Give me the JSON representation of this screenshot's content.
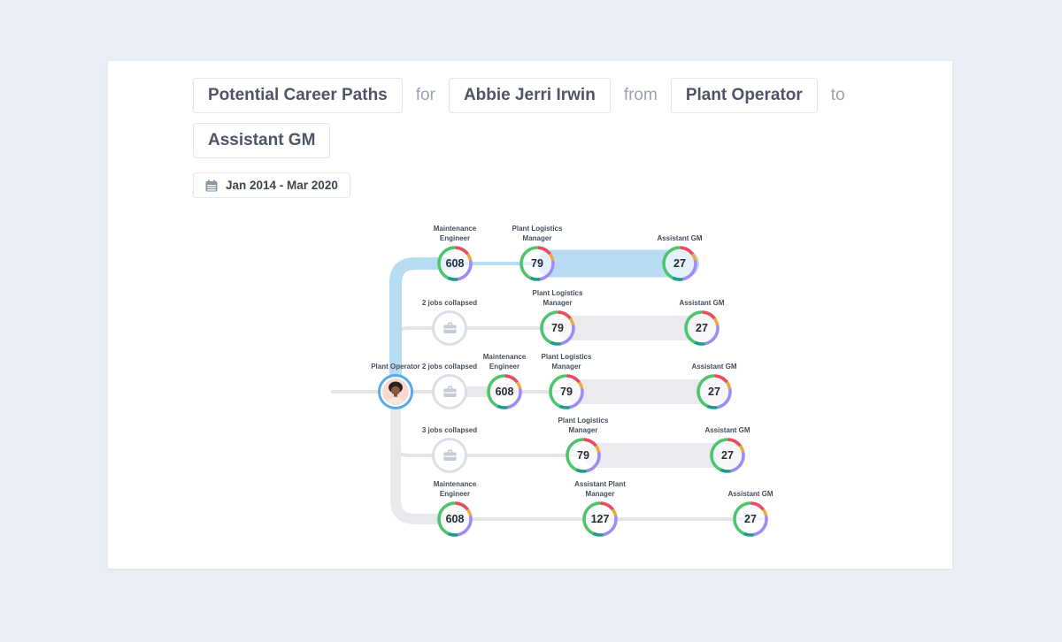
{
  "header": {
    "title": "Potential Career Paths",
    "for_connector": "for",
    "person": "Abbie Jerri Irwin",
    "from_connector": "from",
    "source_role": "Plant Operator",
    "to_connector": "to",
    "target_role": "Assistant GM",
    "date_range": "Jan 2014 - Mar 2020"
  },
  "colors": {
    "page_background": "#e9edf4",
    "highlight_path": "#b7dbf3",
    "inactive_band": "#e9ebee",
    "thin_line": "#e3e5e9",
    "avatar_ring": "#55aae8",
    "collapsed_icon": "#c6ccd4",
    "chip_border": "#e2e6ec",
    "chip_text": "#4d5566"
  },
  "ring": {
    "segments": [
      {
        "color": "#e84c61",
        "start": 4,
        "end": 52
      },
      {
        "color": "#f2a53c",
        "start": 58,
        "end": 78
      },
      {
        "color": "#9d8cf4",
        "start": 84,
        "end": 168
      },
      {
        "color": "#1d9b8b",
        "start": 174,
        "end": 204
      },
      {
        "color": "#4ec56c",
        "start": 210,
        "end": 356
      }
    ]
  },
  "diagram": {
    "nodes": [
      {
        "row": 1,
        "type": "stat",
        "label": "Maintenance Engineer",
        "value": "608"
      },
      {
        "row": 1,
        "type": "stat",
        "label": "Plant Logistics Manager",
        "value": "79"
      },
      {
        "row": 1,
        "type": "stat",
        "label": "Assistant GM",
        "value": "27"
      },
      {
        "row": 2,
        "type": "collapsed",
        "label": "2 jobs collapsed"
      },
      {
        "row": 2,
        "type": "stat",
        "label": "Plant Logistics Manager",
        "value": "79"
      },
      {
        "row": 2,
        "type": "stat",
        "label": "Assistant GM",
        "value": "27"
      },
      {
        "row": 3,
        "type": "person",
        "label": "Plant Operator"
      },
      {
        "row": 3,
        "type": "collapsed",
        "label": "2 jobs collapsed"
      },
      {
        "row": 3,
        "type": "stat",
        "label": "Maintenance Engineer",
        "value": "608"
      },
      {
        "row": 3,
        "type": "stat",
        "label": "Plant Logistics Manager",
        "value": "79"
      },
      {
        "row": 3,
        "type": "stat",
        "label": "Assistant GM",
        "value": "27"
      },
      {
        "row": 4,
        "type": "collapsed",
        "label": "3 jobs collapsed"
      },
      {
        "row": 4,
        "type": "stat",
        "label": "Plant Logistics Manager",
        "value": "79"
      },
      {
        "row": 4,
        "type": "stat",
        "label": "Assistant GM",
        "value": "27"
      },
      {
        "row": 5,
        "type": "stat",
        "label": "Maintenance Engineer",
        "value": "608"
      },
      {
        "row": 5,
        "type": "stat",
        "label": "Assistant Plant Manager",
        "value": "127"
      },
      {
        "row": 5,
        "type": "stat",
        "label": "Assistant GM",
        "value": "27"
      }
    ]
  }
}
